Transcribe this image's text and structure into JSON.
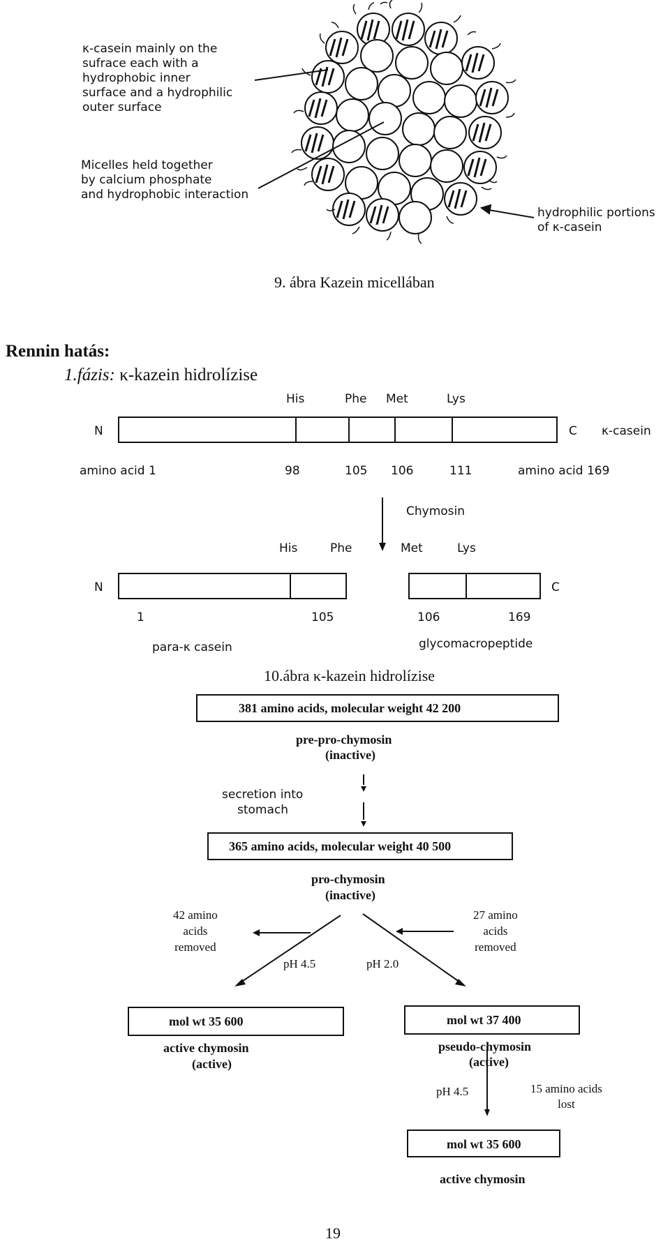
{
  "figure9": {
    "label_kcasein": [
      "κ-casein mainly on the",
      "sufrace each with a",
      "hydrophobic inner",
      "surface and a hydrophilic",
      "outer surface"
    ],
    "label_micelles": [
      "Micelles held together",
      "by calcium phosphate",
      "and hydrophobic interaction"
    ],
    "label_hydrophilic": [
      "hydrophilic portions",
      "of κ-casein"
    ],
    "caption": "9. ábra Kazein micellában"
  },
  "section": {
    "heading": "Rennin hatás:",
    "phase_italic": "1.fázis:",
    "phase_text": " κ-kazein hidrolízise"
  },
  "figure10": {
    "top_residues": [
      "His",
      "Phe",
      "Met",
      "Lys"
    ],
    "N": "N",
    "C": "C",
    "kcasein": "κ-casein",
    "top_numbers": [
      "amino acid 1",
      "98",
      "105",
      "106",
      "111",
      "amino acid 169"
    ],
    "enzyme": "Chymosin",
    "bottom_residues": [
      "His",
      "Phe",
      "Met",
      "Lys"
    ],
    "bottom_numbers": [
      "1",
      "105",
      "106",
      "169"
    ],
    "para": "para-κ casein",
    "glyco": "glycomacropeptide",
    "caption": "10.ábra κ-kazein hidrolízise"
  },
  "flow": {
    "box1": "381 amino acids, molecular weight 42 200",
    "prepro": "pre-pro-chymosin",
    "prepro_state": "(inactive)",
    "secretion": [
      "secretion into",
      "stomach"
    ],
    "box2": "365 amino acids, molecular weight 40 500",
    "pro": "pro-chymosin",
    "pro_state": "(inactive)",
    "left_removed": [
      "42 amino",
      "acids",
      "removed"
    ],
    "right_removed": [
      "27 amino",
      "acids",
      "removed"
    ],
    "ph_left": "pH 4.5",
    "ph_right": "pH 2.0",
    "box_left": "mol wt 35 600",
    "left_name": "active chymosin",
    "left_state": "(active)",
    "box_right": "mol wt 37 400",
    "right_name": "pseudo-chymosin",
    "right_state": "(active)",
    "ph_lower": "pH 4.5",
    "lost": [
      "15 amino acids",
      "lost"
    ],
    "box_final": "mol wt 35 600",
    "final_name": "active chymosin"
  },
  "page_number": "19"
}
